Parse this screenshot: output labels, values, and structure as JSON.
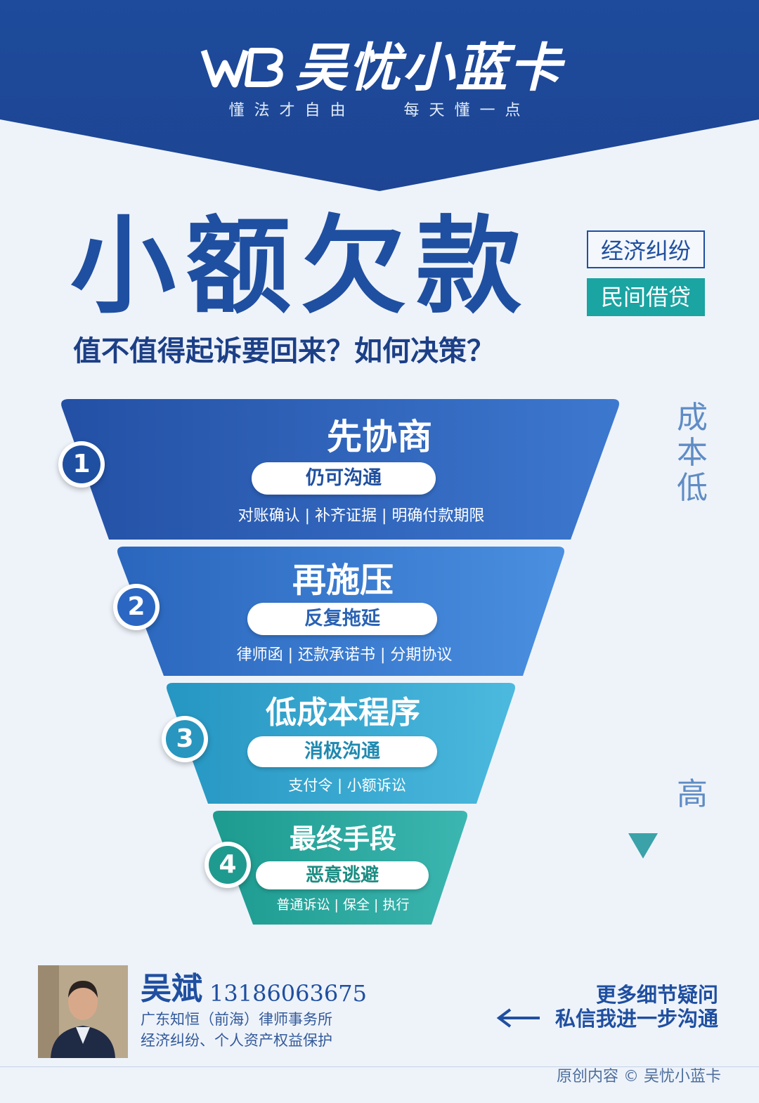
{
  "header": {
    "logo_text": "WB",
    "brand_name": "吴忧小蓝卡",
    "slogan_left": "懂法才自由",
    "slogan_right": "每天懂一点"
  },
  "title": {
    "main": "小额欠款",
    "subtitle": "值不值得起诉要回来？如何决策？"
  },
  "tags": {
    "economic": "经济纠纷",
    "lending": "民间借贷"
  },
  "funnel": [
    {
      "num": "1",
      "title": "先协商",
      "pill": "仍可沟通",
      "details": "对账确认 | 补齐证据 | 明确付款期限",
      "color": "#2a5cb0"
    },
    {
      "num": "2",
      "title": "再施压",
      "pill": "反复拖延",
      "details": "律师函 | 还款承诺书 | 分期协议",
      "color": "#2f73c8"
    },
    {
      "num": "3",
      "title": "低成本程序",
      "pill": "消极沟通",
      "details": "支付令 | 小额诉讼",
      "color": "#2a9ec4"
    },
    {
      "num": "4",
      "title": "最终手段",
      "pill": "恶意逃避",
      "details": "普通诉讼 | 保全 | 执行",
      "color": "#22a59a"
    }
  ],
  "cost_scale": {
    "low": "成本低",
    "high": "高"
  },
  "contact": {
    "name": "吴斌",
    "phone": "13186063675",
    "firm": "广东知恒（前海）律师事务所",
    "areas": "经济纠纷、个人资产权益保护"
  },
  "cta": {
    "line1": "更多细节疑问",
    "line2": "私信我进一步沟通"
  },
  "footer": "原创内容 © 吴忧小蓝卡"
}
